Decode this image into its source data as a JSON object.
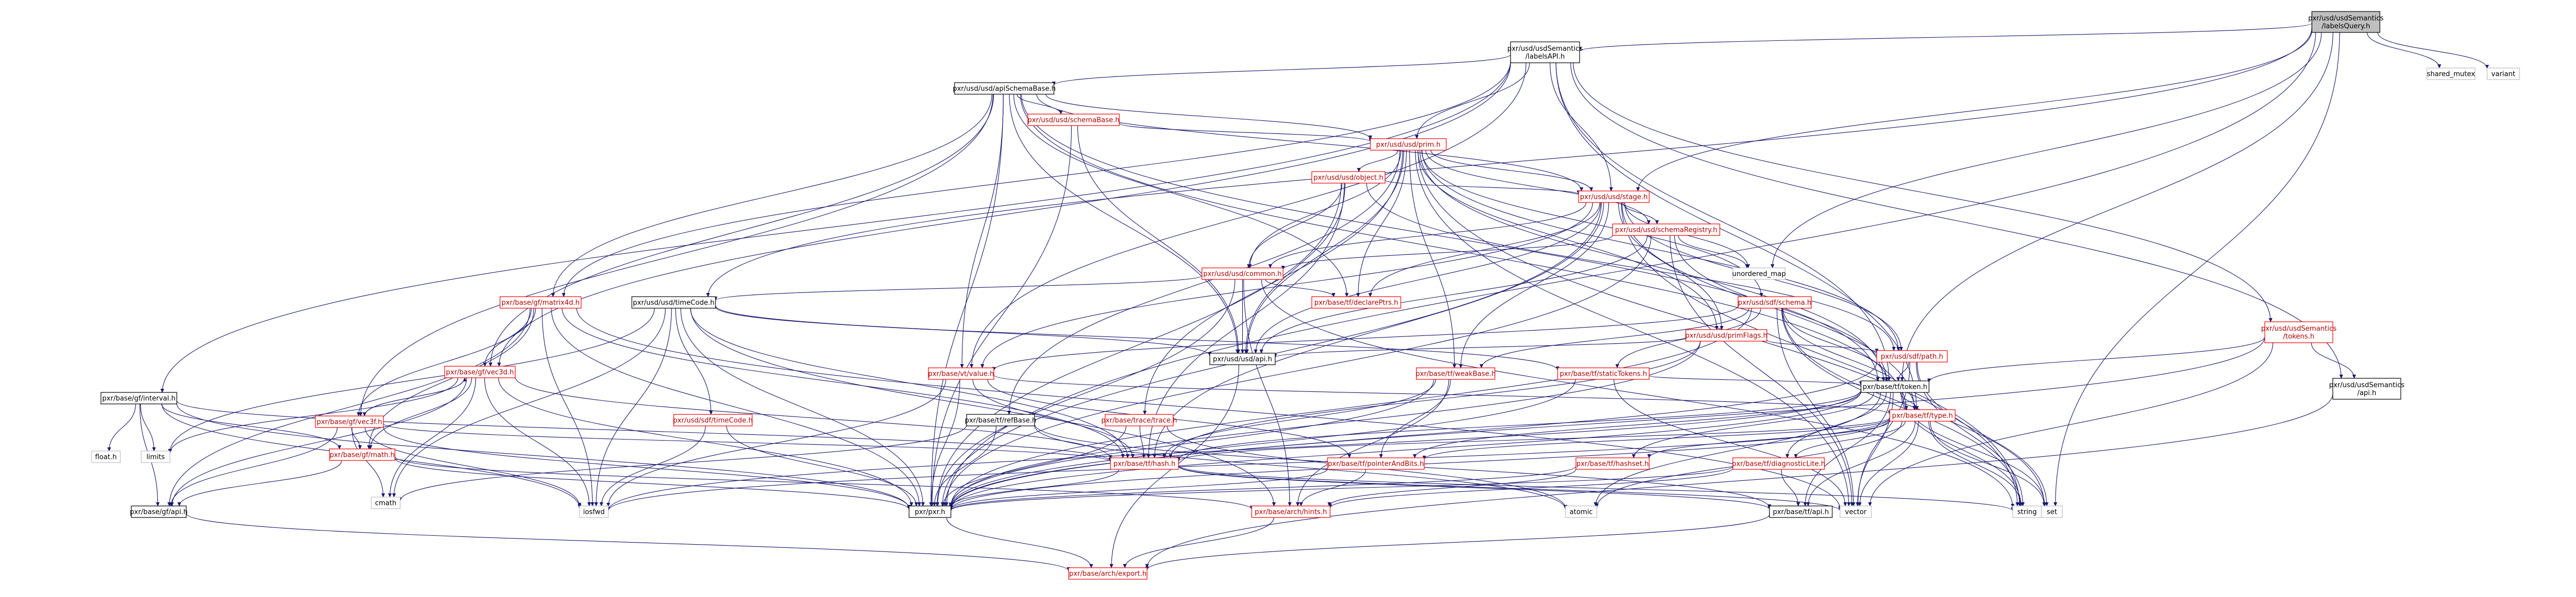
{
  "nodes": [
    {
      "id": "root",
      "lines": [
        "pxr/usd/usdSemantics",
        "/labelsQuery.h"
      ],
      "style": "root"
    },
    {
      "id": "labelsAPI",
      "lines": [
        "pxr/usd/usdSemantics",
        "/labelsAPI.h"
      ],
      "style": "black"
    },
    {
      "id": "shared_mutex",
      "lines": [
        "shared_mutex"
      ],
      "style": "grey"
    },
    {
      "id": "variant",
      "lines": [
        "variant"
      ],
      "style": "grey"
    },
    {
      "id": "apiSchemaBase",
      "lines": [
        "pxr/usd/usd/apiSchemaBase.h"
      ],
      "style": "black"
    },
    {
      "id": "schemaBase",
      "lines": [
        "pxr/usd/usd/schemaBase.h"
      ],
      "style": "red"
    },
    {
      "id": "prim",
      "lines": [
        "pxr/usd/usd/prim.h"
      ],
      "style": "red"
    },
    {
      "id": "object",
      "lines": [
        "pxr/usd/usd/object.h"
      ],
      "style": "red"
    },
    {
      "id": "stage",
      "lines": [
        "pxr/usd/usd/stage.h"
      ],
      "style": "red"
    },
    {
      "id": "schemaRegistry",
      "lines": [
        "pxr/usd/usd/schemaRegistry.h"
      ],
      "style": "red"
    },
    {
      "id": "common",
      "lines": [
        "pxr/usd/usd/common.h"
      ],
      "style": "red"
    },
    {
      "id": "unordered_map",
      "lines": [
        "unordered_map"
      ],
      "style": "grey"
    },
    {
      "id": "timeCode",
      "lines": [
        "pxr/usd/usd/timeCode.h"
      ],
      "style": "black"
    },
    {
      "id": "matrix4d",
      "lines": [
        "pxr/base/gf/matrix4d.h"
      ],
      "style": "red"
    },
    {
      "id": "declarePtrs",
      "lines": [
        "pxr/base/tf/declarePtrs.h"
      ],
      "style": "red"
    },
    {
      "id": "sdfSchema",
      "lines": [
        "pxr/usd/sdf/schema.h"
      ],
      "style": "red"
    },
    {
      "id": "primFlags",
      "lines": [
        "pxr/usd/usd/primFlags.h"
      ],
      "style": "red"
    },
    {
      "id": "sdfPath",
      "lines": [
        "pxr/usd/sdf/path.h"
      ],
      "style": "red"
    },
    {
      "id": "usdApi",
      "lines": [
        "pxr/usd/usd/api.h"
      ],
      "style": "black"
    },
    {
      "id": "semTokens",
      "lines": [
        "pxr/usd/usdSemantics",
        "/tokens.h"
      ],
      "style": "red"
    },
    {
      "id": "semApi",
      "lines": [
        "pxr/usd/usdSemantics",
        "/api.h"
      ],
      "style": "black"
    },
    {
      "id": "interval",
      "lines": [
        "pxr/base/gf/interval.h"
      ],
      "style": "black"
    },
    {
      "id": "vec3d",
      "lines": [
        "pxr/base/gf/vec3d.h"
      ],
      "style": "red"
    },
    {
      "id": "vec3f",
      "lines": [
        "pxr/base/gf/vec3f.h"
      ],
      "style": "red"
    },
    {
      "id": "vtValue",
      "lines": [
        "pxr/base/vt/value.h"
      ],
      "style": "red"
    },
    {
      "id": "weakBase",
      "lines": [
        "pxr/base/tf/weakBase.h"
      ],
      "style": "red"
    },
    {
      "id": "staticTokens",
      "lines": [
        "pxr/base/tf/staticTokens.h"
      ],
      "style": "red"
    },
    {
      "id": "refBase",
      "lines": [
        "pxr/base/tf/refBase.h"
      ],
      "style": "black"
    },
    {
      "id": "traceH",
      "lines": [
        "pxr/base/trace/trace.h"
      ],
      "style": "red"
    },
    {
      "id": "timeCodeSdf",
      "lines": [
        "pxr/usd/sdf/timeCode.h"
      ],
      "style": "red"
    },
    {
      "id": "tfType",
      "lines": [
        "pxr/base/tf/type.h"
      ],
      "style": "red"
    },
    {
      "id": "tfToken",
      "lines": [
        "pxr/base/tf/token.h"
      ],
      "style": "black"
    },
    {
      "id": "gfMath",
      "lines": [
        "pxr/base/gf/math.h"
      ],
      "style": "red"
    },
    {
      "id": "tfHash",
      "lines": [
        "pxr/base/tf/hash.h"
      ],
      "style": "red"
    },
    {
      "id": "ptrAndBits",
      "lines": [
        "pxr/base/tf/pointerAndBits.h"
      ],
      "style": "red"
    },
    {
      "id": "hashset",
      "lines": [
        "pxr/base/tf/hashset.h"
      ],
      "style": "red"
    },
    {
      "id": "diagLite",
      "lines": [
        "pxr/base/tf/diagnosticLite.h"
      ],
      "style": "red"
    },
    {
      "id": "pxrH",
      "lines": [
        "pxr/pxr.h"
      ],
      "style": "black"
    },
    {
      "id": "hints",
      "lines": [
        "pxr/base/arch/hints.h"
      ],
      "style": "red"
    },
    {
      "id": "tfApi",
      "lines": [
        "pxr/base/tf/api.h"
      ],
      "style": "black"
    },
    {
      "id": "gfApi",
      "lines": [
        "pxr/base/gf/api.h"
      ],
      "style": "black"
    },
    {
      "id": "archExport",
      "lines": [
        "pxr/base/arch/export.h"
      ],
      "style": "red"
    },
    {
      "id": "float_h",
      "lines": [
        "float.h"
      ],
      "style": "grey"
    },
    {
      "id": "limits",
      "lines": [
        "limits"
      ],
      "style": "grey"
    },
    {
      "id": "cmath",
      "lines": [
        "cmath"
      ],
      "style": "grey"
    },
    {
      "id": "iosfwd",
      "lines": [
        "iosfwd"
      ],
      "style": "grey"
    },
    {
      "id": "atomic",
      "lines": [
        "atomic"
      ],
      "style": "grey"
    },
    {
      "id": "vector",
      "lines": [
        "vector"
      ],
      "style": "grey"
    },
    {
      "id": "string",
      "lines": [
        "string"
      ],
      "style": "grey"
    },
    {
      "id": "set",
      "lines": [
        "set"
      ],
      "style": "grey"
    }
  ],
  "colors": {
    "edge": "#191970",
    "black_border": "#000000",
    "red_border": "#ff0000",
    "grey_border": "#bfbfbf",
    "root_fill": "#bfbfbf",
    "node_fill": "#ffffff"
  }
}
